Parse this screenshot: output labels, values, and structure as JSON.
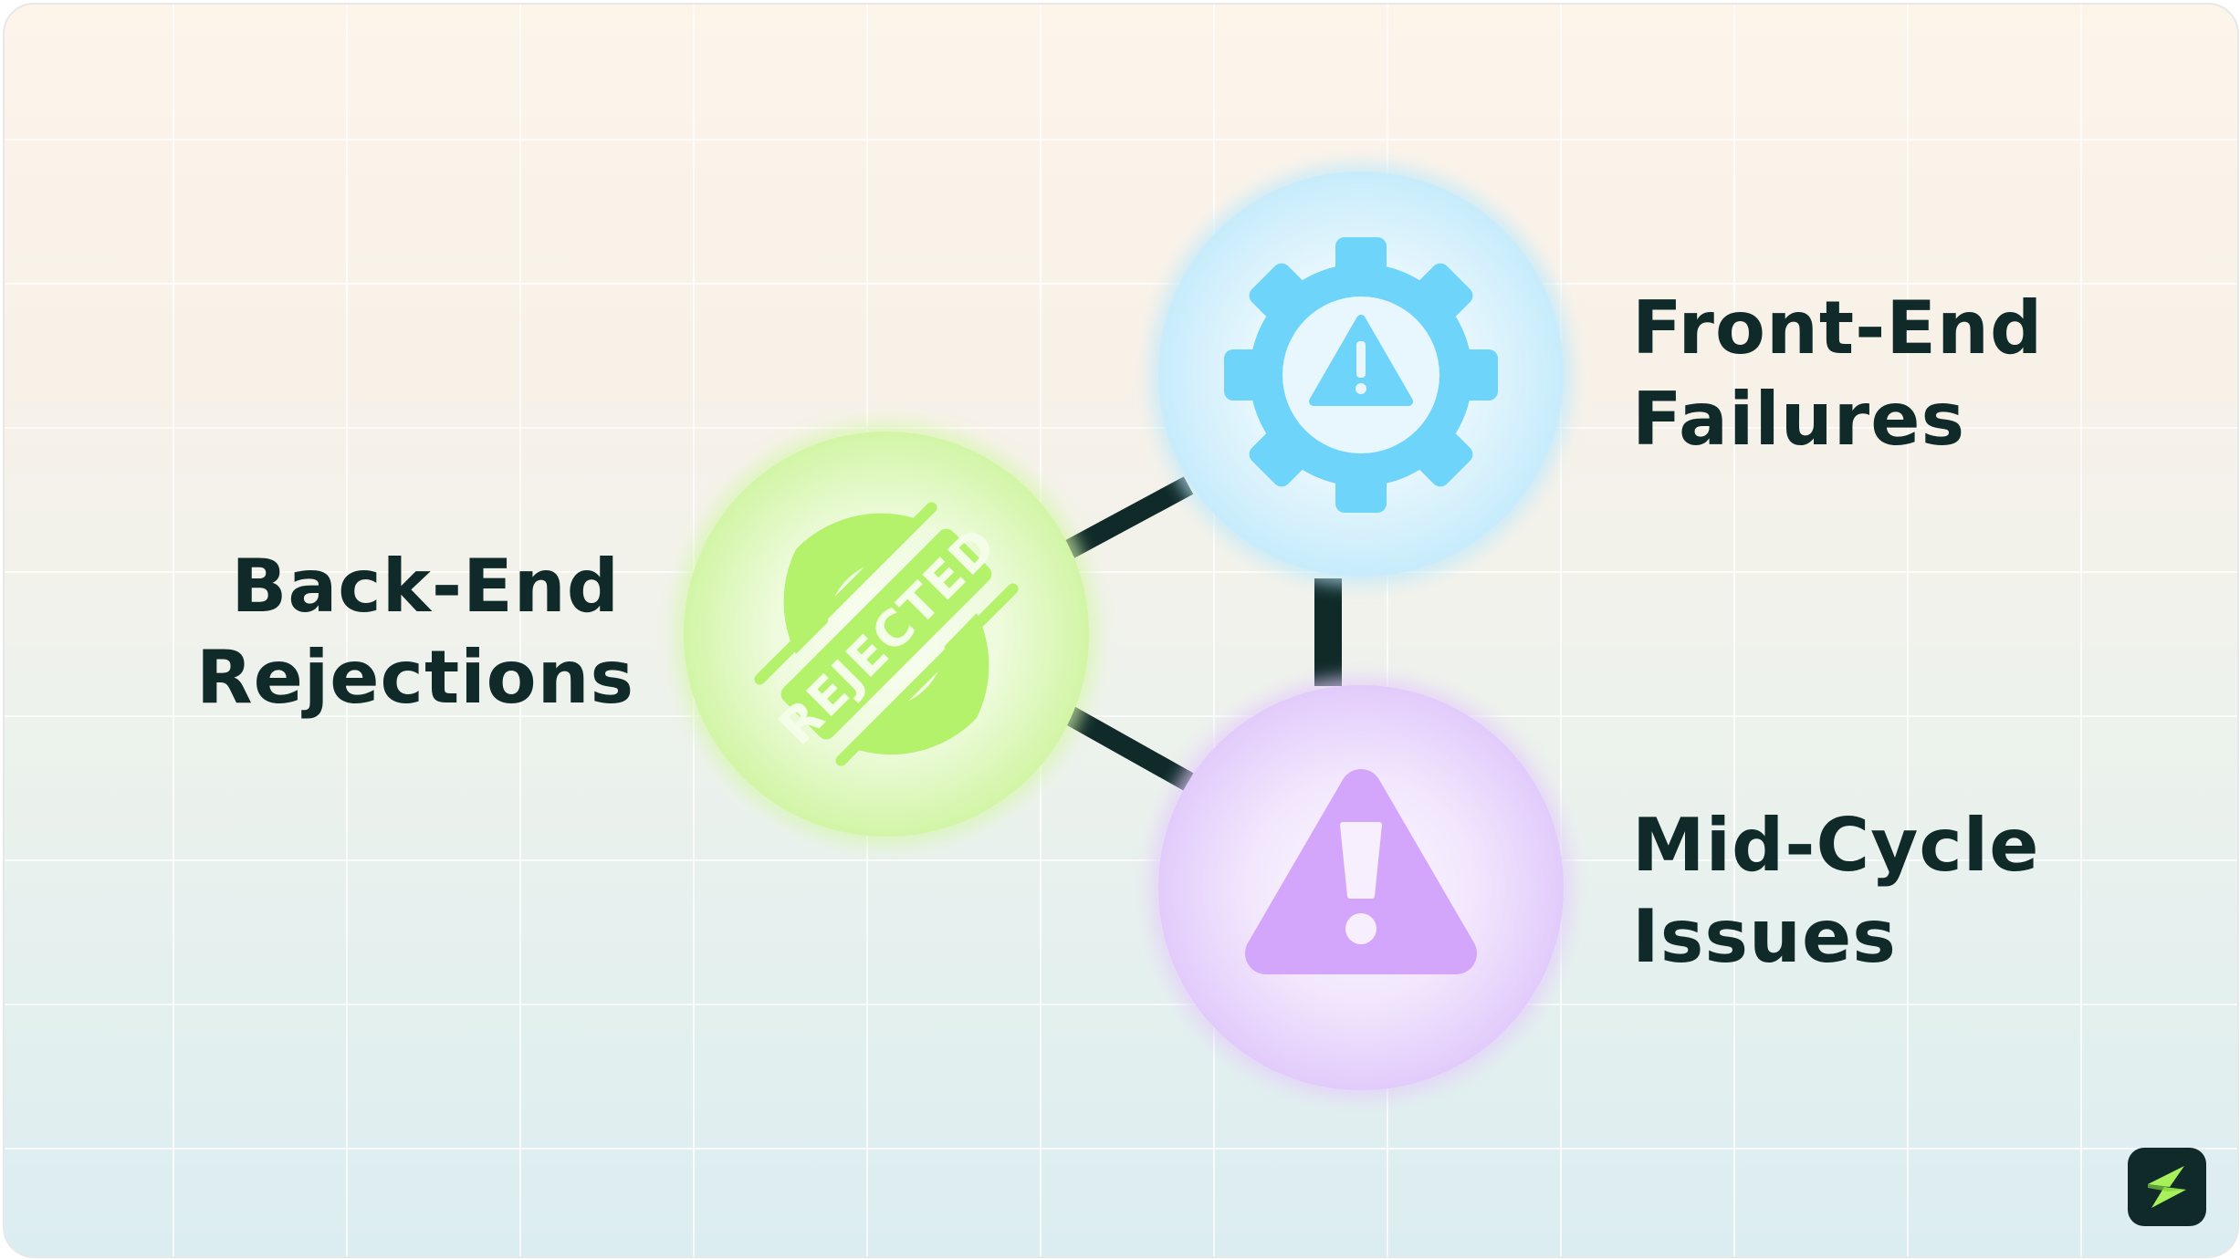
{
  "nodes": {
    "back_end": {
      "line1": "Back-End",
      "line2": "Rejections",
      "icon": "rejected-stamp-icon",
      "stamp_text": "REJECTED",
      "color": "#b3f26a"
    },
    "front_end": {
      "line1": "Front-End",
      "line2": "Failures",
      "icon": "gear-warning-icon",
      "color": "#6fd4fa"
    },
    "mid_cycle": {
      "line1": "Mid-Cycle",
      "line2": "Issues",
      "icon": "warning-triangle-icon",
      "color": "#d3a6fb"
    }
  },
  "connectors": [
    "back-end-to-front-end",
    "front-end-to-mid-cycle",
    "back-end-to-mid-cycle"
  ],
  "logo": {
    "icon": "brand-logo-icon",
    "background": "#0f2a29",
    "mark_color": "#a8f05a"
  },
  "colors": {
    "text": "#0f2a29",
    "connector": "#0f2a29"
  }
}
